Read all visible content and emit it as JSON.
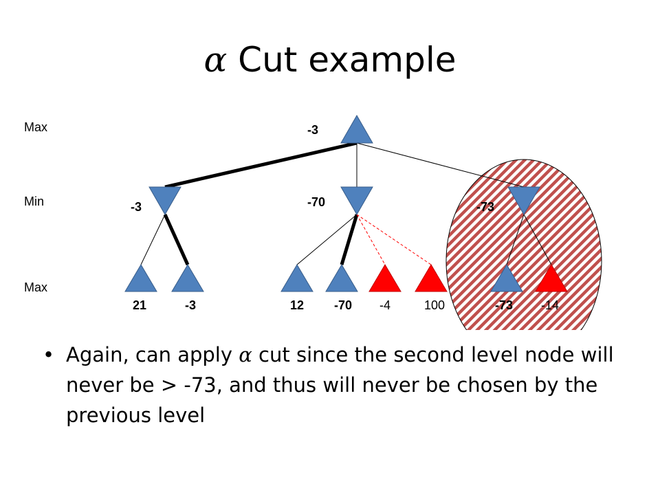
{
  "slide": {
    "title_symbol": "α",
    "title_text": " Cut example",
    "levels": {
      "top": "Max",
      "middle": "Min",
      "bottom": "Max"
    },
    "bullet": {
      "part1": "Again, can apply ",
      "symbol": "α",
      "part2": " cut since the second level node will never be > -73, and thus will never be chosen by the previous level"
    }
  },
  "tree": {
    "root": {
      "value": "-3"
    },
    "min_nodes": [
      {
        "value": "-3"
      },
      {
        "value": "-70"
      },
      {
        "value": "-73"
      }
    ],
    "leaves": [
      {
        "value": "21",
        "color": "blue",
        "bold": true
      },
      {
        "value": "-3",
        "color": "blue",
        "bold": true
      },
      {
        "value": "12",
        "color": "blue",
        "bold": true
      },
      {
        "value": "-70",
        "color": "blue",
        "bold": true
      },
      {
        "value": "-4",
        "color": "red",
        "bold": false
      },
      {
        "value": "100",
        "color": "red",
        "bold": false
      },
      {
        "value": "-73",
        "color": "blue",
        "bold": true
      },
      {
        "value": "-14",
        "color": "red",
        "bold": false
      }
    ]
  },
  "colors": {
    "node_blue": "#4f81bd",
    "node_red": "#ff0000",
    "cut_hatch_red": "#c0504d",
    "text": "#000000"
  }
}
